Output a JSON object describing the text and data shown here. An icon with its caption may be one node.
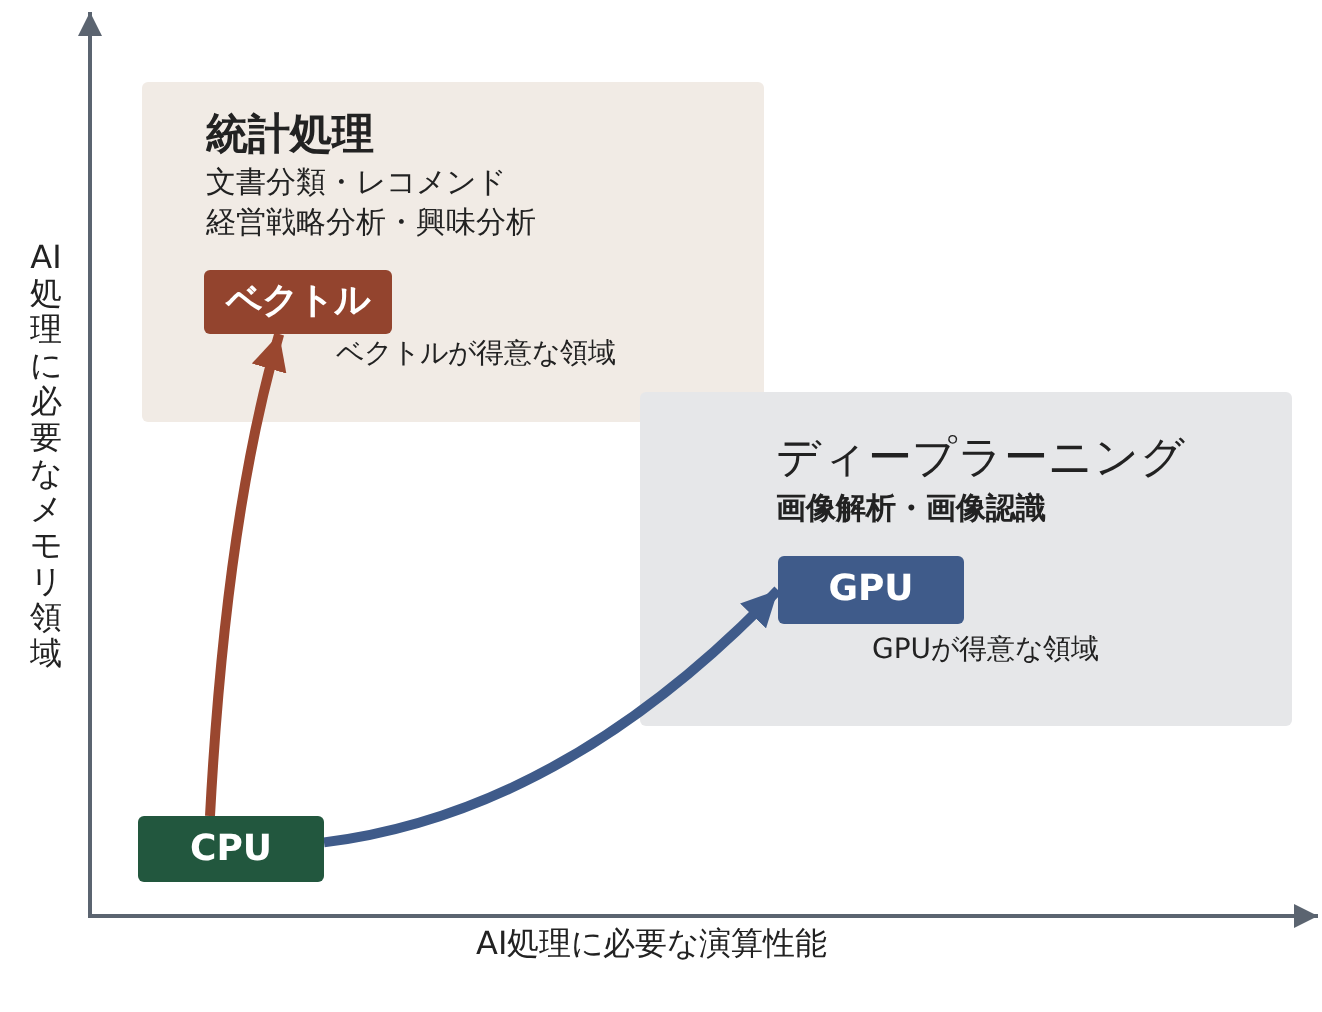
{
  "diagram": {
    "nodes": [
      {
        "text": [
          "統計処理",
          "文書分類・レコメンド",
          "経営戦略分析・興味分析"
        ]
      },
      {
        "text": [
          "ベクトル"
        ],
        "in": 0,
        "beside": [
          "ベクトルが得意な領域"
        ]
      },
      {
        "text": [
          "ディープラーニング",
          "画像解析・画像認識"
        ]
      },
      {
        "text": [
          "GPU"
        ],
        "in": 2,
        "beside": [
          "GPUが得意な領域"
        ]
      },
      {
        "text": [
          "CPU"
        ]
      }
    ],
    "edges": [
      {
        "from": 4,
        "to": 1,
        "arrow": "to",
        "color": "#9a472f"
      },
      {
        "from": 4,
        "to": 3,
        "arrow": "to",
        "color": "#3f5b8a"
      }
    ],
    "labels": [
      "AI処理に必要なメモリ領域",
      "AI処理に必要な演算性能"
    ]
  }
}
